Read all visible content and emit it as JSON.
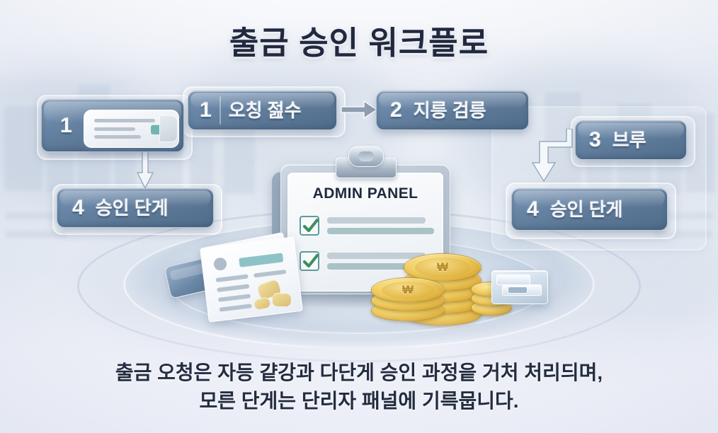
{
  "title": "출금 승인 워크플로",
  "steps": [
    {
      "num": "1",
      "label": ""
    },
    {
      "num": "1",
      "label": "오칭 젎수"
    },
    {
      "num": "2",
      "label": "지릉 검릉"
    },
    {
      "num": "3",
      "label": "브루"
    },
    {
      "num": "4",
      "label": "승인 단게"
    },
    {
      "num": "4",
      "label": "승인 단게"
    }
  ],
  "clipboard": {
    "heading": "ADMIN PANEL",
    "checkitems": [
      {
        "checked": true
      },
      {
        "checked": true
      }
    ]
  },
  "coins": {
    "symbol": "₩"
  },
  "caption": {
    "line1": "출금 오청은 자등 걑강과 다단게 승인 과정읕 거처 처리듸며,",
    "line2": "모른 단게는 단리자 패널에 기륵뭅니다."
  },
  "colors": {
    "title": "#20293f",
    "chip_fill": "#5b7795",
    "chip_text": "#f2f6fb",
    "background": "#e6eaf3",
    "coin_gold": "#e2b949",
    "check_green": "#3f8f5e",
    "accent_teal": "#74b3b4"
  },
  "caption_color": "#232c40"
}
